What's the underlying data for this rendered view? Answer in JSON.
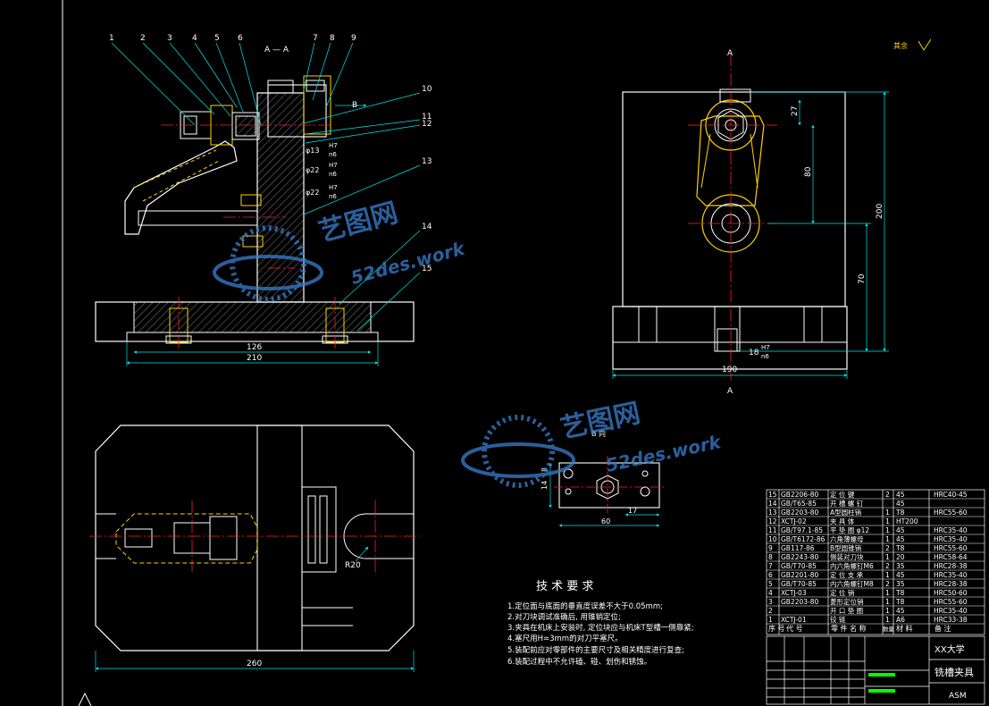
{
  "colors": {
    "background": "#000000",
    "outline": "#ffffff",
    "center_line": "#ff2020",
    "dimension": "#00e6e6",
    "hidden": "#ffd200",
    "hatch": "#9a9a9a",
    "text": "#ffffff",
    "roughness_mark": "#ffd200",
    "watermark": "#3a7fd0",
    "title_highlight": "#00ff00"
  },
  "front_view": {
    "section_label": "A — A",
    "leaders": [
      "1",
      "2",
      "3",
      "4",
      "5",
      "6",
      "7",
      "8",
      "9",
      "10",
      "11",
      "12",
      "13",
      "14",
      "15"
    ],
    "fits": [
      {
        "dia": "φ13",
        "upper": "H7",
        "lower": "n6"
      },
      {
        "dia": "φ22",
        "upper": "H7",
        "lower": "n6"
      },
      {
        "dia": "φ22",
        "upper": "H7",
        "lower": "n6"
      }
    ],
    "dims": {
      "inner": "126",
      "overall": "210"
    },
    "b_label": "B"
  },
  "side_view": {
    "section_top": "A",
    "section_bottom": "A",
    "dims": {
      "d27": "27",
      "d80": "80",
      "d200": "200",
      "d70": "70",
      "d18": "18",
      "d190": "190"
    },
    "slot_fit": {
      "upper": "H7",
      "lower": "n6"
    }
  },
  "top_view": {
    "radius": "R20",
    "width": "260"
  },
  "b_view": {
    "label": "B 向",
    "d14": "14",
    "d8": "8",
    "d17": "17",
    "d60": "60"
  },
  "roughness": {
    "label": "其余"
  },
  "tech": {
    "title": "技 术 要 求",
    "lines": [
      "1.定位面与底面的垂直度误差不大于0.05mm;",
      "2.对刀块调试准确后, 用锥销定位;",
      "3.夹具在机床上安装时, 定位块应与机床T型槽一侧靠紧;",
      "4.塞尺用H=3mm的对刀平塞尺。",
      "5.装配前应对零部件的主要尺寸及相关精度进行复查;",
      "6.装配过程中不允许磕、碰、划伤和锈蚀。"
    ]
  },
  "bom": {
    "rows": [
      {
        "no": "15",
        "code": "GB2206-80",
        "name": "定 位 键",
        "qty": "2",
        "mat": "45",
        "note": "HRC40-45"
      },
      {
        "no": "14",
        "code": "GB/T65-85",
        "name": "开 槽 螺 钉",
        "qty": "",
        "mat": "45",
        "note": ""
      },
      {
        "no": "13",
        "code": "GB2203-80",
        "name": "A型圆柱销",
        "qty": "1",
        "mat": "T8",
        "note": "HRC55-60"
      },
      {
        "no": "12",
        "code": "XCTJ-02",
        "name": "夹 具 体",
        "qty": "1",
        "mat": "HT200",
        "note": ""
      },
      {
        "no": "11",
        "code": "GB/T97.1-85",
        "name": "平 垫 圈 φ12",
        "qty": "1",
        "mat": "45",
        "note": "HRC35-40"
      },
      {
        "no": "10",
        "code": "GB/T6172-86",
        "name": "六角薄螺母",
        "qty": "1",
        "mat": "45",
        "note": "HRC35-40"
      },
      {
        "no": "9",
        "code": "GB117-86",
        "name": "B型圆锥销",
        "qty": "2",
        "mat": "T8",
        "note": "HRC55-60"
      },
      {
        "no": "8",
        "code": "GB2243-80",
        "name": "侧装对刀块",
        "qty": "1",
        "mat": "20",
        "note": "HRC58-64"
      },
      {
        "no": "7",
        "code": "GB/T70-85",
        "name": "内六角螺钉M6",
        "qty": "2",
        "mat": "35",
        "note": "HRC28-38"
      },
      {
        "no": "6",
        "code": "GB2201-80",
        "name": "定 位 支 承",
        "qty": "1",
        "mat": "45",
        "note": "HRC35-40"
      },
      {
        "no": "5",
        "code": "GB/T70-85",
        "name": "内六角螺钉M8",
        "qty": "2",
        "mat": "35",
        "note": "HRC28-38"
      },
      {
        "no": "4",
        "code": "XCTJ-03",
        "name": "定 位 销",
        "qty": "1",
        "mat": "T8",
        "note": "HRC50-60"
      },
      {
        "no": "3",
        "code": "GB2203-80",
        "name": "菱形定位销",
        "qty": "1",
        "mat": "T8",
        "note": "HRC55-60"
      },
      {
        "no": "2",
        "code": "",
        "name": "开 口 垫 圈",
        "qty": "1",
        "mat": "45",
        "note": "HRC35-40"
      },
      {
        "no": "1",
        "code": "XCTJ-01",
        "name": "铰 链",
        "qty": "1",
        "mat": "A6",
        "note": "HRC33-38"
      }
    ],
    "header": [
      "序 号",
      "代   号",
      "零 件 名 称",
      "数量",
      "材   料",
      "备   注"
    ]
  },
  "title_block": {
    "school": "XX大学",
    "drawing": "铣槽夹具",
    "code": "ASM"
  },
  "watermark": {
    "brand": "艺图网",
    "site": "52des.work"
  }
}
